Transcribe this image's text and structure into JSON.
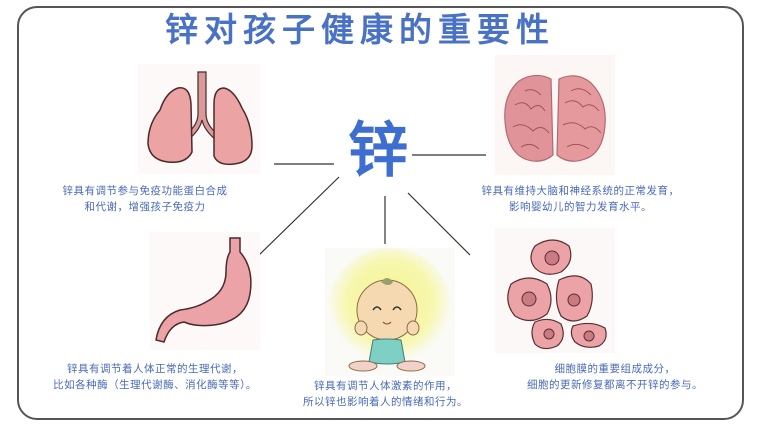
{
  "title": "锌对孩子健康的重要性",
  "center": {
    "label": "锌"
  },
  "colors": {
    "title": "#4a72c4",
    "center": "#3e6fd0",
    "caption": "#4a6bb8",
    "frame": "#555555",
    "connector": "#333333",
    "organ_fill": "#eba3a3",
    "organ_stroke": "#4a2a2a"
  },
  "nodes": [
    {
      "id": "lungs",
      "icon": "lungs-icon",
      "caption": {
        "line1": "锌具有调节参与免疫功能蛋白合成",
        "line2": "和代谢，增强孩子免疫力"
      }
    },
    {
      "id": "brain",
      "icon": "brain-icon",
      "caption": {
        "line1": "锌具有维持大脑和神经系统的正常发育，",
        "line2": "影响婴幼儿的智力发育水平。"
      }
    },
    {
      "id": "stomach",
      "icon": "stomach-icon",
      "caption": {
        "line1": "锌具有调节着人体正常的生理代谢，",
        "line2": "比如各种酶（生理代谢酶、消化酶等等）。"
      }
    },
    {
      "id": "baby",
      "icon": "baby-icon",
      "caption": {
        "line1": "锌具有调节人体激素的作用，",
        "line2": "所以锌也影响着人的情绪和行为。"
      }
    },
    {
      "id": "cells",
      "icon": "cells-icon",
      "caption": {
        "line1": "细胞膜的重要组成成分，",
        "line2": "细胞的更新修复都离不开锌的参与。"
      }
    }
  ]
}
